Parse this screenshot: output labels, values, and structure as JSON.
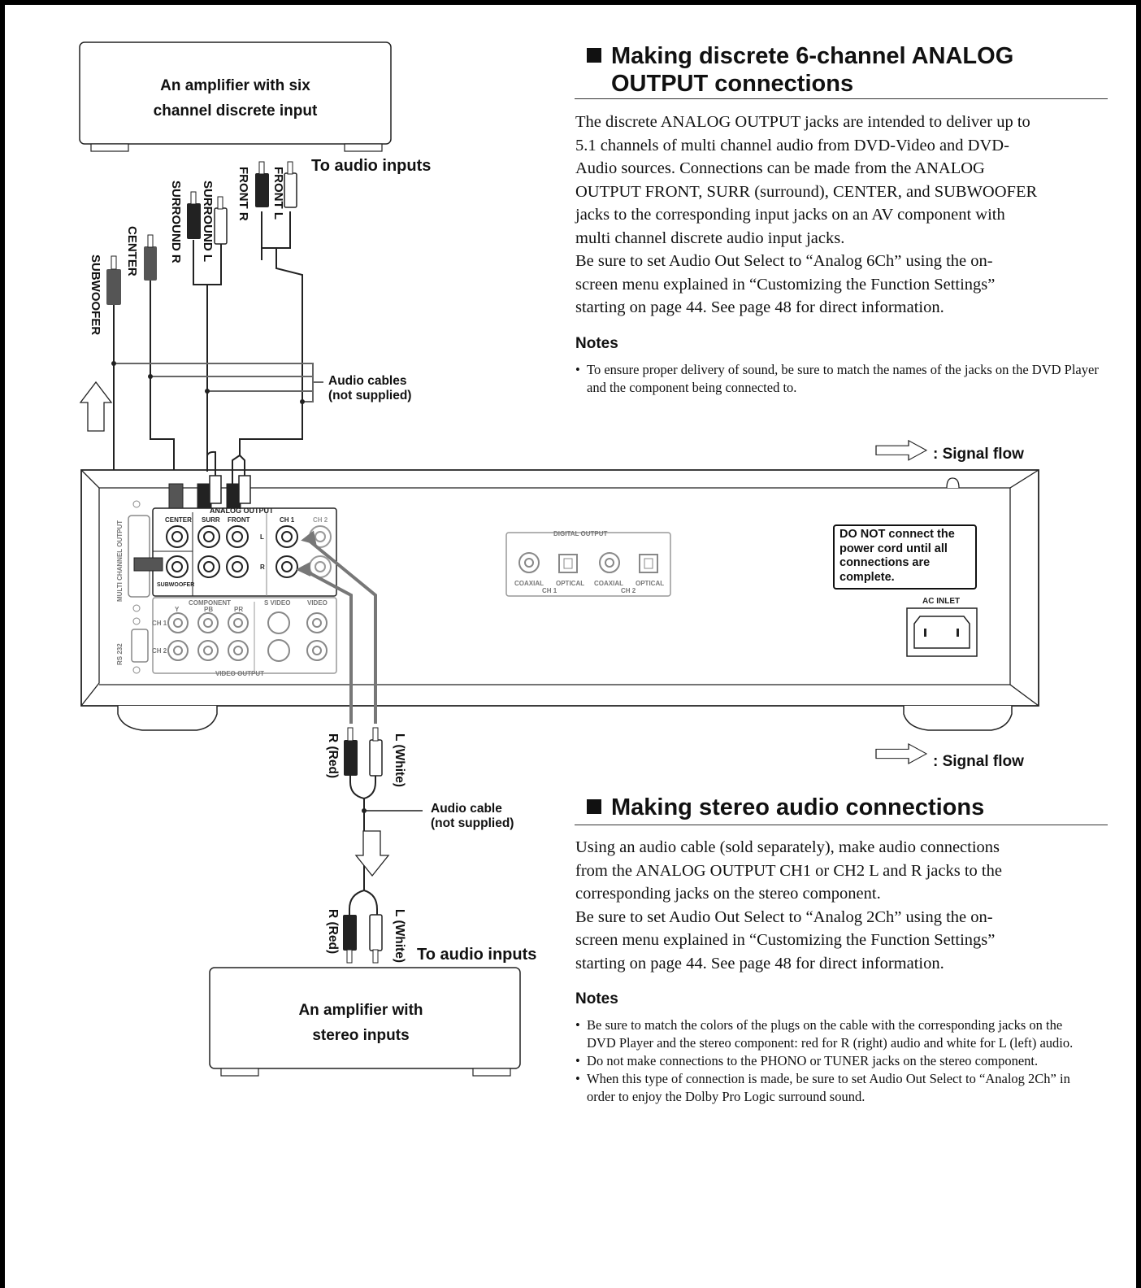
{
  "sections": {
    "six_channel": {
      "title_line1": "Making discrete 6-channel ANALOG",
      "title_line2": "OUTPUT connections",
      "body": [
        "The discrete ANALOG OUTPUT jacks are intended to deliver up to",
        "5.1 channels of multi channel audio from DVD-Video and DVD-",
        "Audio sources. Connections can be made from the ANALOG",
        "OUTPUT FRONT, SURR (surround), CENTER, and SUBWOOFER",
        "jacks to the corresponding input jacks on an AV component with",
        "multi channel discrete audio input jacks.",
        "Be sure to set Audio Out Select to “Analog 6Ch” using the on-",
        "screen menu explained in “Customizing the Function Settings”",
        "starting on page 44. See page 48 for direct information."
      ],
      "notes_heading": "Notes",
      "notes": [
        "To ensure proper delivery of sound, be sure to match the names of the jacks on the DVD Player and the component being connected to."
      ]
    },
    "stereo": {
      "title": "Making stereo audio connections",
      "body": [
        "Using an audio cable (sold separately), make audio connections",
        "from the ANALOG OUTPUT CH1 or CH2 L and R jacks to the",
        "corresponding jacks on the stereo component.",
        "Be sure to set Audio Out Select to “Analog 2Ch” using the on-",
        "screen menu explained in “Customizing the Function Settings”",
        "starting on page 44. See page 48 for direct information."
      ],
      "notes_heading": "Notes",
      "notes": [
        "Be sure to match the colors of the plugs on the cable with the corresponding jacks on the DVD Player and the stereo component: red for R (right) audio and white for L (left) audio.",
        "Do not make connections to the PHONO or TUNER jacks on the stereo component.",
        "When this type of connection is made, be sure to set Audio Out Select to “Analog 2Ch” in order to enjoy the Dolby Pro Logic surround sound."
      ]
    }
  },
  "diagram": {
    "amp_six_line1": "An amplifier with six",
    "amp_six_line2": "channel discrete input",
    "to_audio_inputs": "To audio inputs",
    "plug_labels": [
      "SUBWOOFER",
      "CENTER",
      "SURROUND R",
      "SURROUND L",
      "FRONT R",
      "FRONT L"
    ],
    "audio_cables_line1": "Audio cables",
    "audio_cables_line2": "(not supplied)",
    "signal_flow": ": Signal flow",
    "warning": "DO NOT connect the power cord until all connections are complete.",
    "ac_inlet": "AC INLET",
    "panel": {
      "analog_output": "ANALOG OUTPUT",
      "center": "CENTER",
      "surr": "SURR",
      "front": "FRONT",
      "subwoofer": "SUBWOOFER",
      "ch1": "CH 1",
      "ch2": "CH 2",
      "l": "L",
      "r": "R",
      "multi_channel_output": "MULTI CHANNEL OUTPUT",
      "rs232": "RS 232",
      "component": "COMPONENT",
      "y": "Y",
      "pb": "PB",
      "pr": "PR",
      "s_video": "S VIDEO",
      "video": "VIDEO",
      "video_output": "VIDEO OUTPUT",
      "digital_output": "DIGITAL OUTPUT",
      "coaxial": "COAXIAL",
      "optical": "OPTICAL"
    },
    "r_red": "R (Red)",
    "l_white": "L (White)",
    "audio_cable_line1": "Audio cable",
    "audio_cable_line2": "(not supplied)",
    "amp_stereo_line1": "An amplifier with",
    "amp_stereo_line2": "stereo inputs"
  }
}
